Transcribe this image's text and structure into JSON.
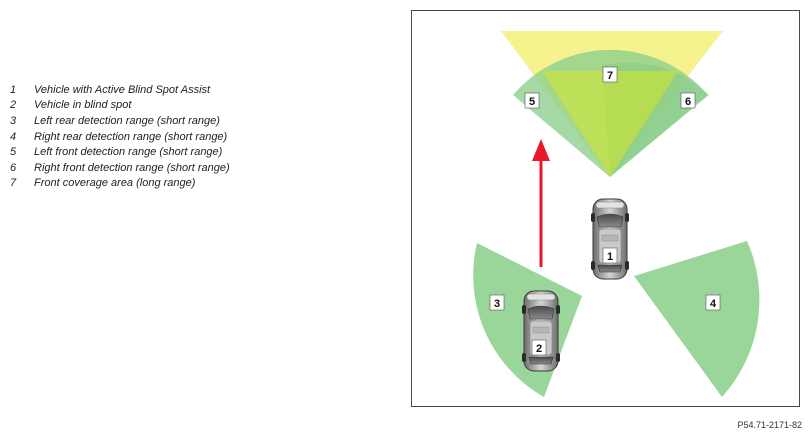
{
  "legend": [
    {
      "num": "1",
      "text": "Vehicle with Active Blind Spot Assist"
    },
    {
      "num": "2",
      "text": "Vehicle in blind spot"
    },
    {
      "num": "3",
      "text": "Left rear detection range (short range)"
    },
    {
      "num": "4",
      "text": "Right rear detection range (short range)"
    },
    {
      "num": "5",
      "text": "Left front detection range (short range)"
    },
    {
      "num": "6",
      "text": "Right front detection range (short range)"
    },
    {
      "num": "7",
      "text": "Front coverage area (long range)"
    }
  ],
  "callouts": {
    "c1": "1",
    "c2": "2",
    "c3": "3",
    "c4": "4",
    "c5": "5",
    "c6": "6",
    "c7": "7"
  },
  "caption": "P54.71-2171-82",
  "colors": {
    "short_range_green": "#8fd08f",
    "long_range_yellow": "#f5f07a",
    "arrow_red": "#e8172a",
    "frame": "#4a4a4a"
  }
}
